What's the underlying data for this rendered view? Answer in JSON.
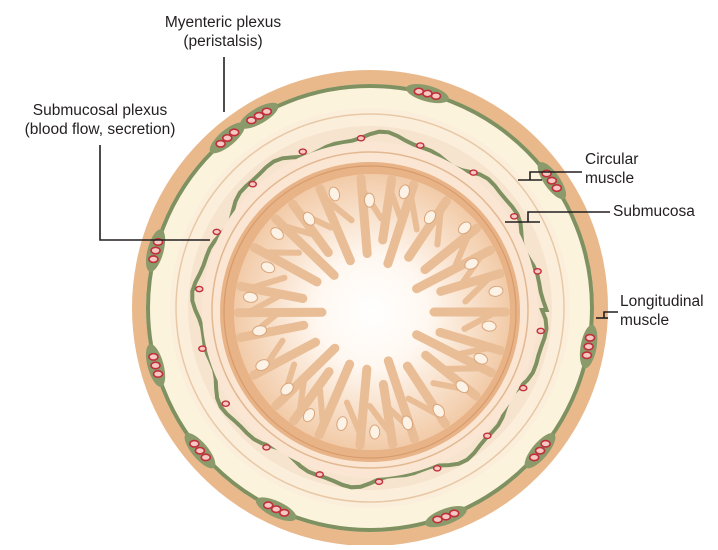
{
  "labels": {
    "myenteric": {
      "line1": "Myenteric plexus",
      "line2": "(peristalsis)"
    },
    "submucosal": {
      "line1": "Submucosal plexus",
      "line2": "(blood flow, secretion)"
    },
    "circular": {
      "line1": "Circular",
      "line2": "muscle"
    },
    "submucosa": {
      "line1": "Submucosa"
    },
    "longitudinal": {
      "line1": "Longitudinal",
      "line2": "muscle"
    }
  },
  "colors": {
    "serosa": "#e9b98c",
    "longitudinal_muscle": "#fcf3dc",
    "muscle_green": "#8a9a6b",
    "circular_band": "#f6e6cf",
    "submucosa_ring": "#fae8d6",
    "mucosa": "#e6ae82",
    "lumen": "#ffffff",
    "vessel_red": "#c0303a",
    "vessel_pale": "#f6c8c4"
  }
}
